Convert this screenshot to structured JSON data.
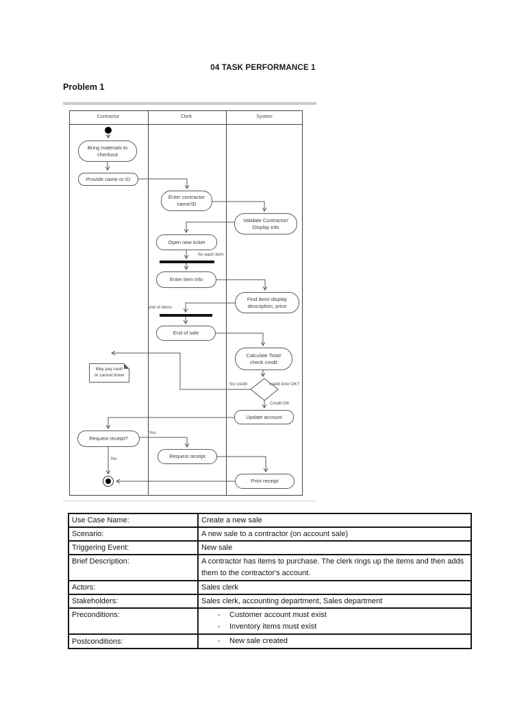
{
  "page": {
    "title": "04 TASK PERFORMANCE 1",
    "heading": "Problem 1"
  },
  "diagram": {
    "lanes": [
      {
        "label": "Contractor"
      },
      {
        "label": "Clerk"
      },
      {
        "label": "System"
      }
    ],
    "nodes": {
      "bring_materials": "Bring materials to\ncheckout",
      "provide_name": "Provide name or ID",
      "enter_contractor": "Enter contractor\nname/ID",
      "validate_contractor": "Validate Contractor/\nDisplay info",
      "open_ticket": "Open new ticket",
      "enter_item": "Enter item info",
      "find_item": "Find item/ display\ndescription, price",
      "end_of_sale": "End of sale",
      "calculate_total": "Calculate Total/\ncheck credit",
      "update_account": "Update account",
      "request_receipt_q": "Request receipt?",
      "request_receipt": "Request receipt",
      "print_receipt": "Print receipt",
      "note": "May pay cash\nor cancel ticket"
    },
    "labels": {
      "for_each_item": "for each item",
      "end_of_items": "end of items",
      "no_credit": "No credit",
      "credit_limit_ok": "credit limit OK?",
      "credit_ok": "Credit OK",
      "yes": "Yes",
      "no": "No"
    },
    "colors": {
      "line": "#555555",
      "sync_bar": "#111111"
    }
  },
  "table": {
    "rows": [
      {
        "label": "Use Case Name:",
        "value": "Create a new sale"
      },
      {
        "label": "Scenario:",
        "value": "A new sale to a contractor (on account sale)"
      },
      {
        "label": "Triggering Event:",
        "value": "New sale"
      },
      {
        "label": "Brief Description:",
        "value": "A contractor has items to purchase. The clerk rings up the items and then adds them to the contractor's account."
      },
      {
        "label": "Actors:",
        "value": "Sales clerk"
      },
      {
        "label": "Stakeholders:",
        "value": "Sales clerk, accounting department, Sales department"
      },
      {
        "label": "Preconditions:",
        "bullets": [
          "Customer account must exist",
          "Inventory items must exist"
        ]
      },
      {
        "label": "Postconditions:",
        "bullets": [
          "New sale created"
        ]
      }
    ]
  }
}
